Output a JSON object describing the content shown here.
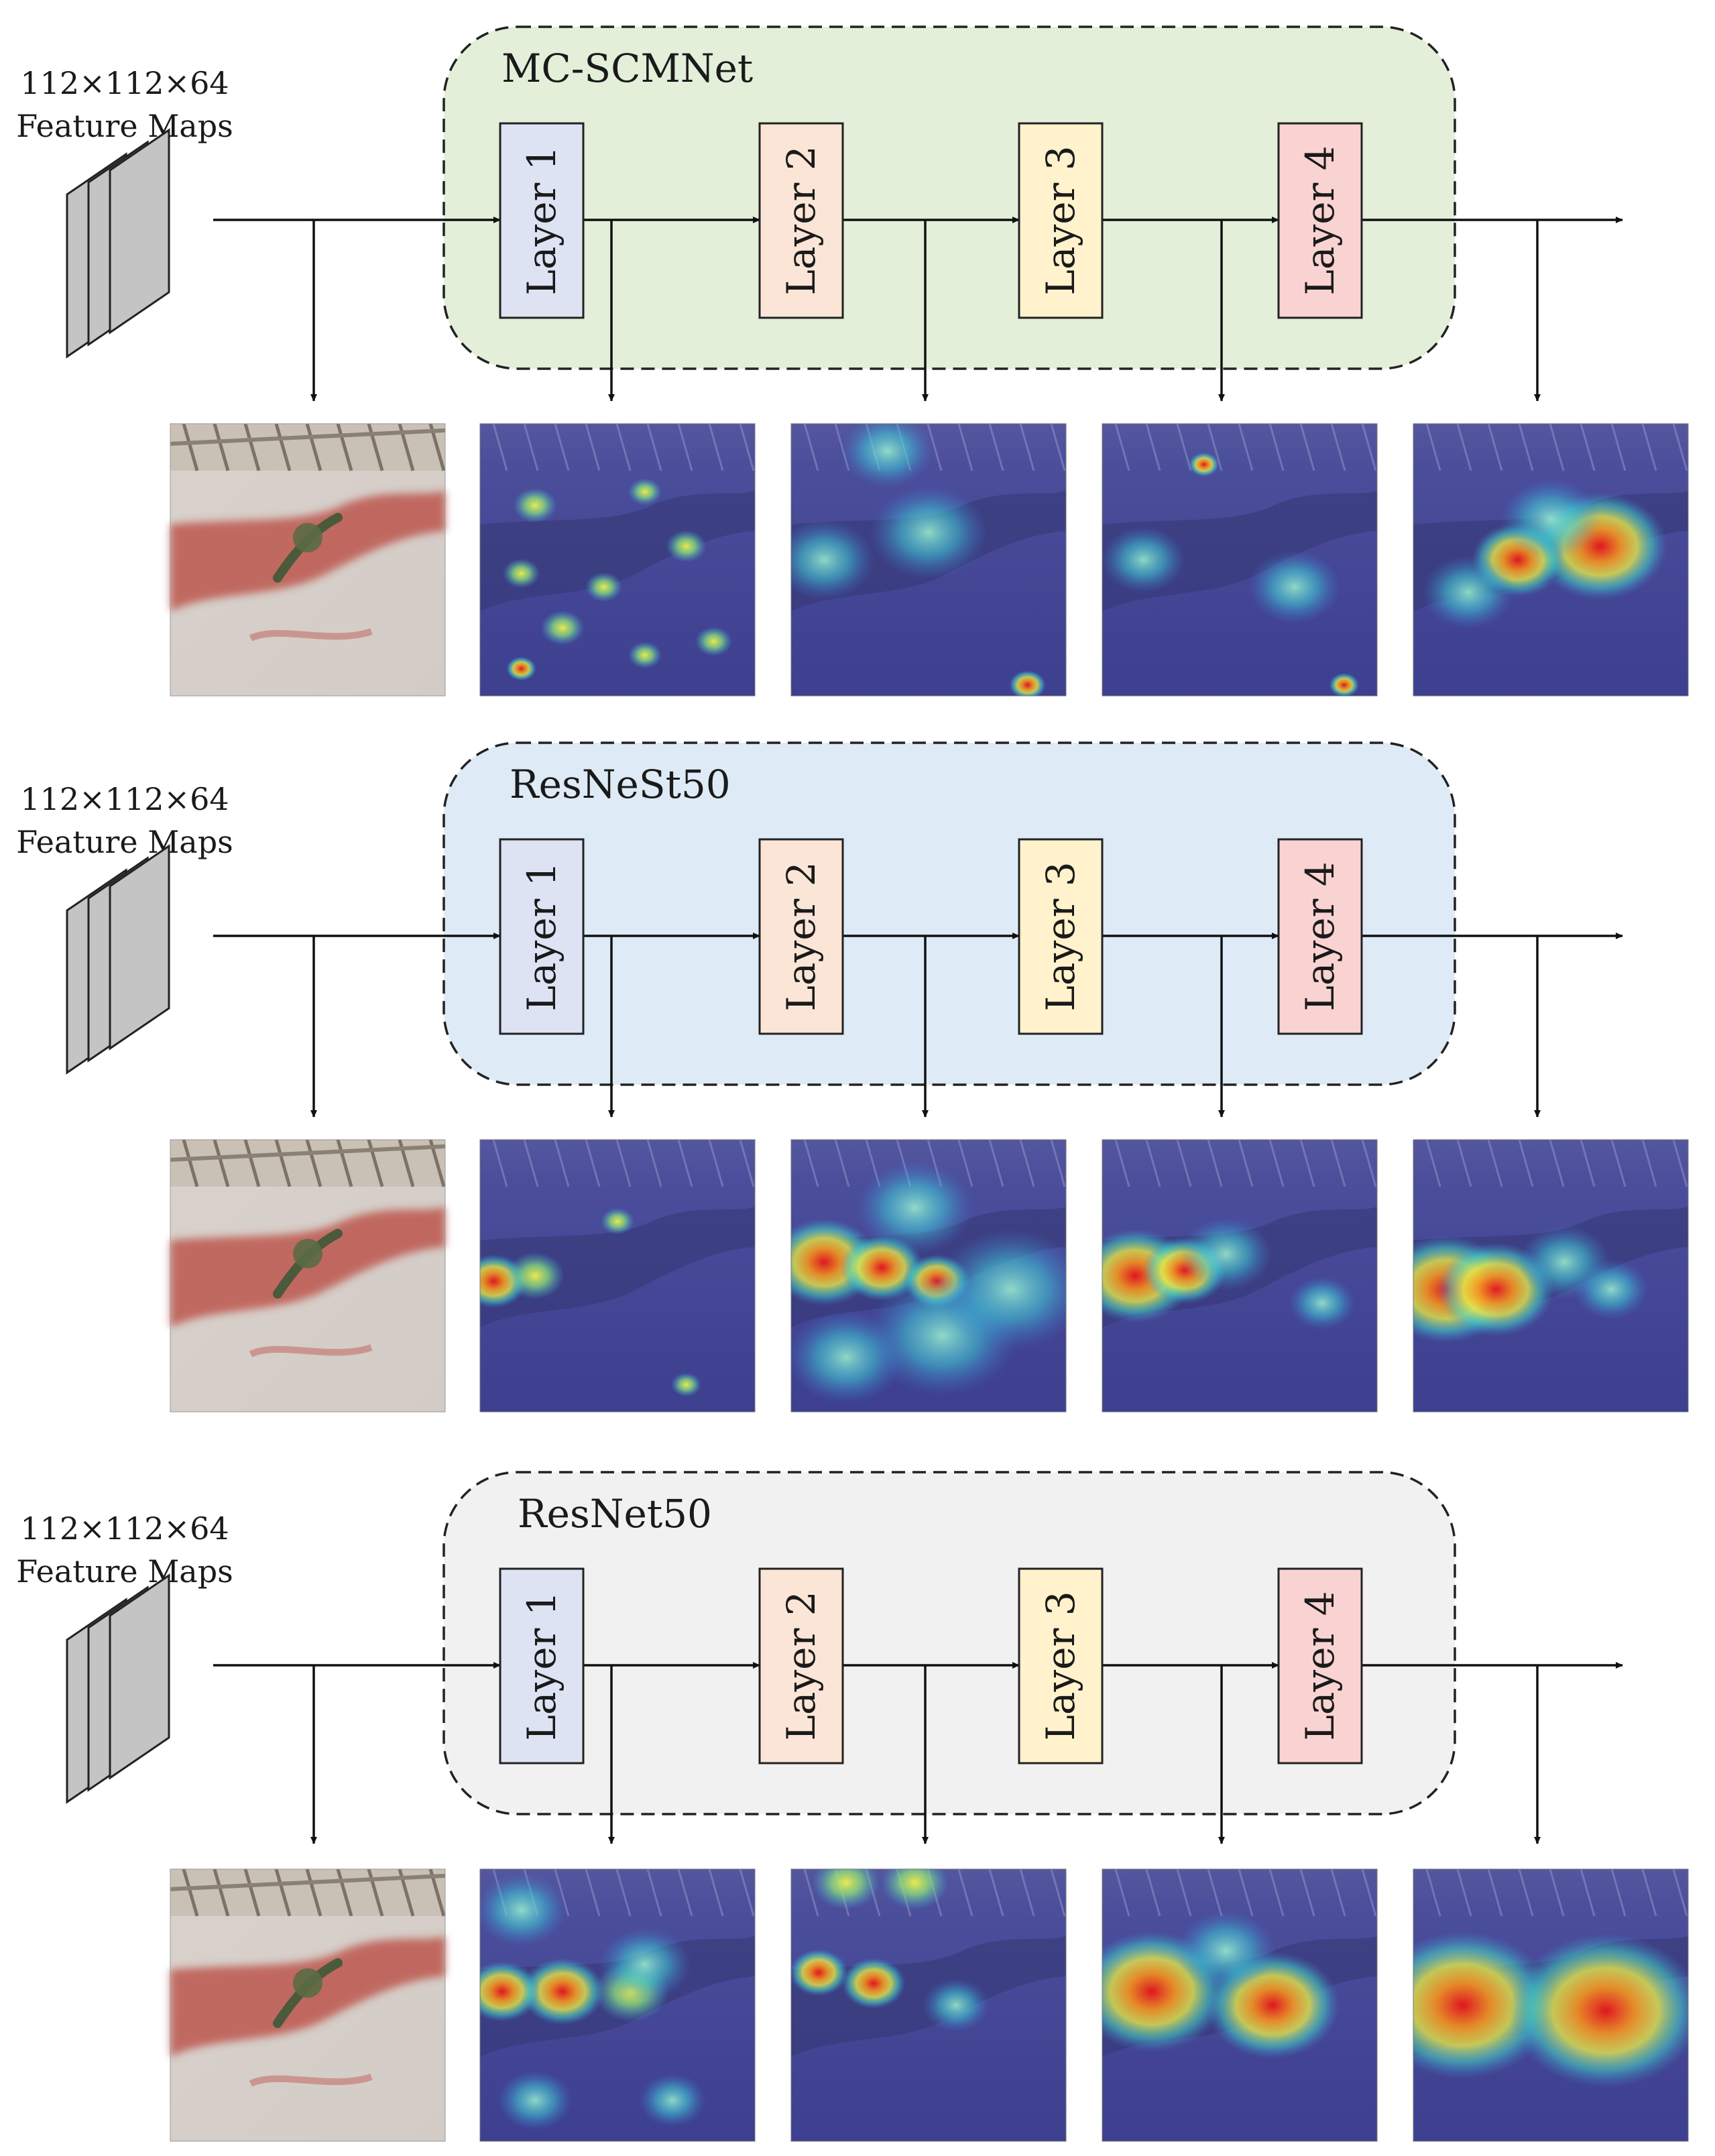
{
  "input_label": {
    "line1": "112×112×64",
    "line2": "Feature Maps"
  },
  "layer_labels": [
    "Layer 1",
    "Layer 2",
    "Layer 3",
    "Layer 4"
  ],
  "networks": [
    {
      "name": "MC-SCMNet",
      "panel_color": "#e3efd9"
    },
    {
      "name": "ResNeSt50",
      "panel_color": "#deebf6"
    },
    {
      "name": "ResNet50",
      "panel_color": "#f1f1f1"
    }
  ],
  "layer_colors": [
    "#dde3f3",
    "#fbe5d6",
    "#fff2cc",
    "#f9d2d2"
  ],
  "colors": {
    "line": "#111111",
    "stack_fill": "#c4c4c4",
    "map_base": "#3d3f9a"
  }
}
